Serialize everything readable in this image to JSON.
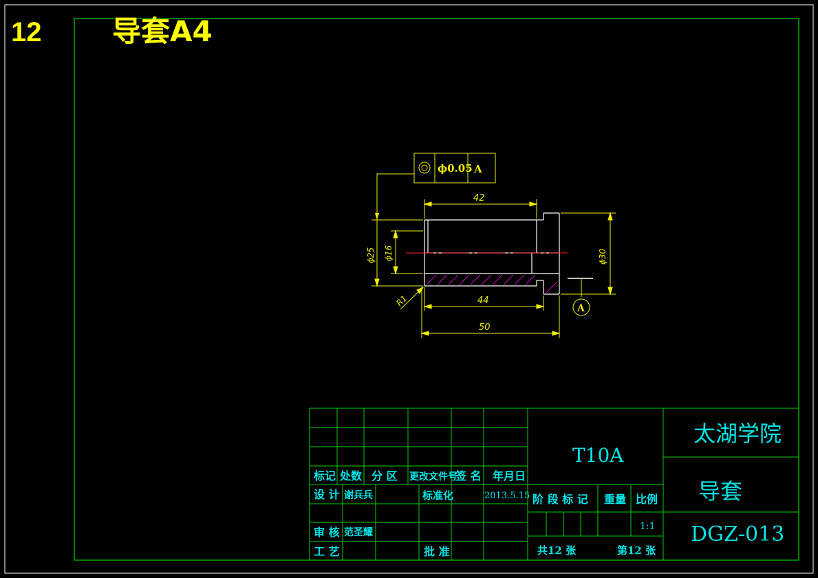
{
  "header": {
    "sheet_no": "12",
    "title": "导套A4"
  },
  "tolerance": {
    "value": "ϕ0.05",
    "datum": "A"
  },
  "dimensions": {
    "len_42": "42",
    "len_44": "44",
    "len_50": "50",
    "dia_25": "ϕ25",
    "dia_16": "ϕ16",
    "dia_30": "ϕ30",
    "radius": "R1",
    "datum_label": "A"
  },
  "title_block": {
    "material": "T10A",
    "school": "太湖学院",
    "part_name": "导套",
    "drawing_no": "DGZ-013",
    "col_headers": [
      "标记",
      "处数",
      "分 区",
      "更改文件号",
      "签 名",
      "年月日"
    ],
    "design_label": "设 计",
    "designer": "谢兵兵",
    "standardize_label": "标准化",
    "date": "2013.5.15",
    "review_label": "审 核",
    "reviewer": "范圣耀",
    "process_label": "工 艺",
    "approve_label": "批 准",
    "stage_label": "阶 段 标 记",
    "weight_label": "重量",
    "scale_label": "比例",
    "scale": "1:1",
    "total_sheets": "共12 张",
    "sheet_of": "第12 张"
  },
  "colors": {
    "frame": "#00d000",
    "text_title": "#ffff00",
    "title_block_text": "#00e5e5",
    "dimension": "#f0f000",
    "hatch": "#cc00cc",
    "centerline": "#ff2020"
  }
}
